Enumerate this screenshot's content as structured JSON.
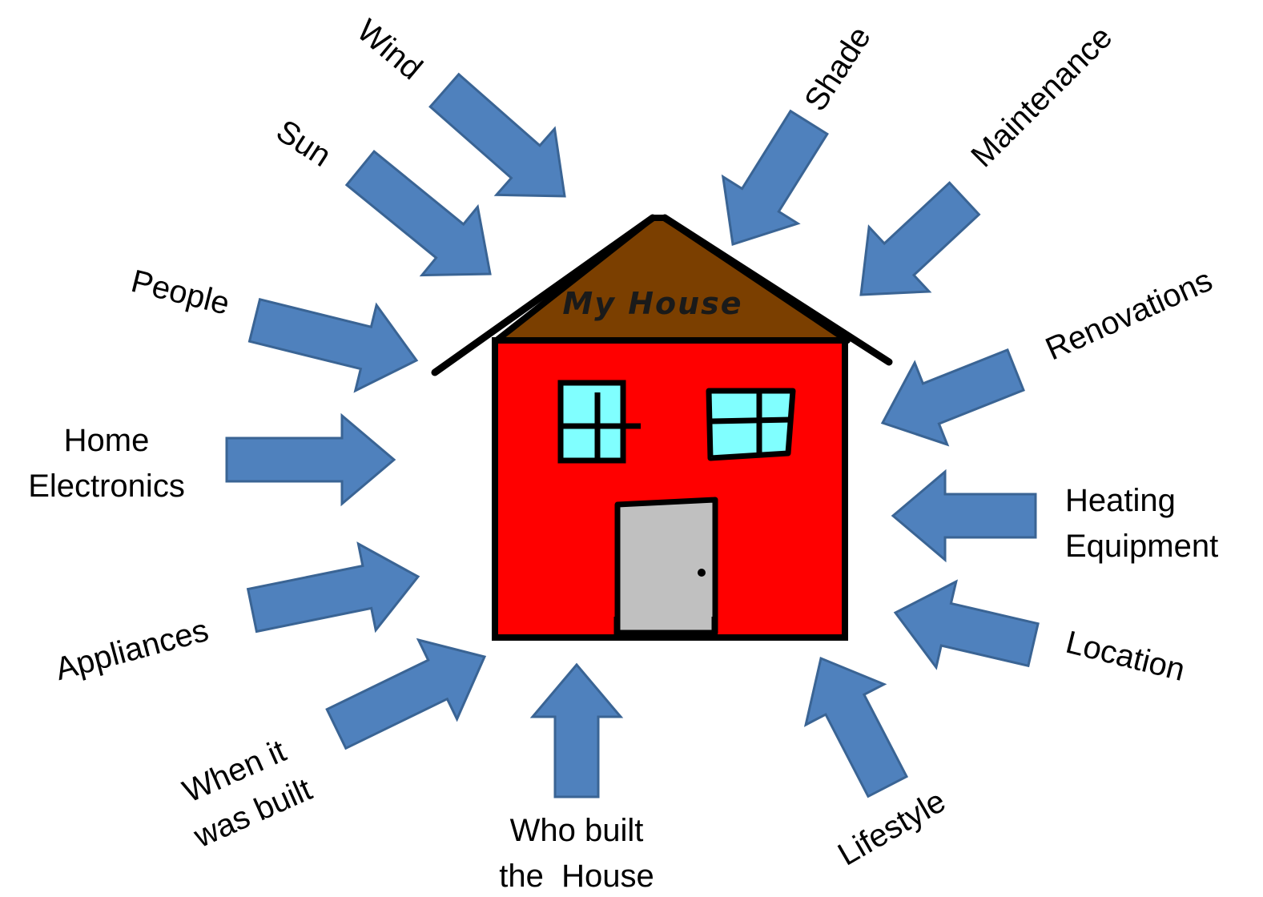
{
  "colors": {
    "arrow_fill": "#4f81bd",
    "arrow_stroke": "#3a6494",
    "roof": "#7b3f00",
    "wall": "#ff0000",
    "window_glass": "#80ffff",
    "door": "#c0c0c0",
    "outline": "#000000"
  },
  "house": {
    "title": "My House"
  },
  "factors": [
    {
      "id": "wind",
      "lines": [
        "Wind"
      ]
    },
    {
      "id": "sun",
      "lines": [
        "Sun"
      ]
    },
    {
      "id": "people",
      "lines": [
        "People"
      ]
    },
    {
      "id": "home-electronics",
      "lines": [
        "Home",
        "Electronics"
      ]
    },
    {
      "id": "appliances",
      "lines": [
        "Appliances"
      ]
    },
    {
      "id": "when-built",
      "lines": [
        "When it",
        "was built"
      ]
    },
    {
      "id": "who-built",
      "lines": [
        "Who built",
        "the  House"
      ]
    },
    {
      "id": "lifestyle",
      "lines": [
        "Lifestyle"
      ]
    },
    {
      "id": "location",
      "lines": [
        "Location"
      ]
    },
    {
      "id": "heating-equipment",
      "lines": [
        "Heating",
        "Equipment"
      ]
    },
    {
      "id": "renovations",
      "lines": [
        "Renovations"
      ]
    },
    {
      "id": "maintenance",
      "lines": [
        "Maintenance"
      ]
    },
    {
      "id": "shade",
      "lines": [
        "Shade"
      ]
    }
  ]
}
